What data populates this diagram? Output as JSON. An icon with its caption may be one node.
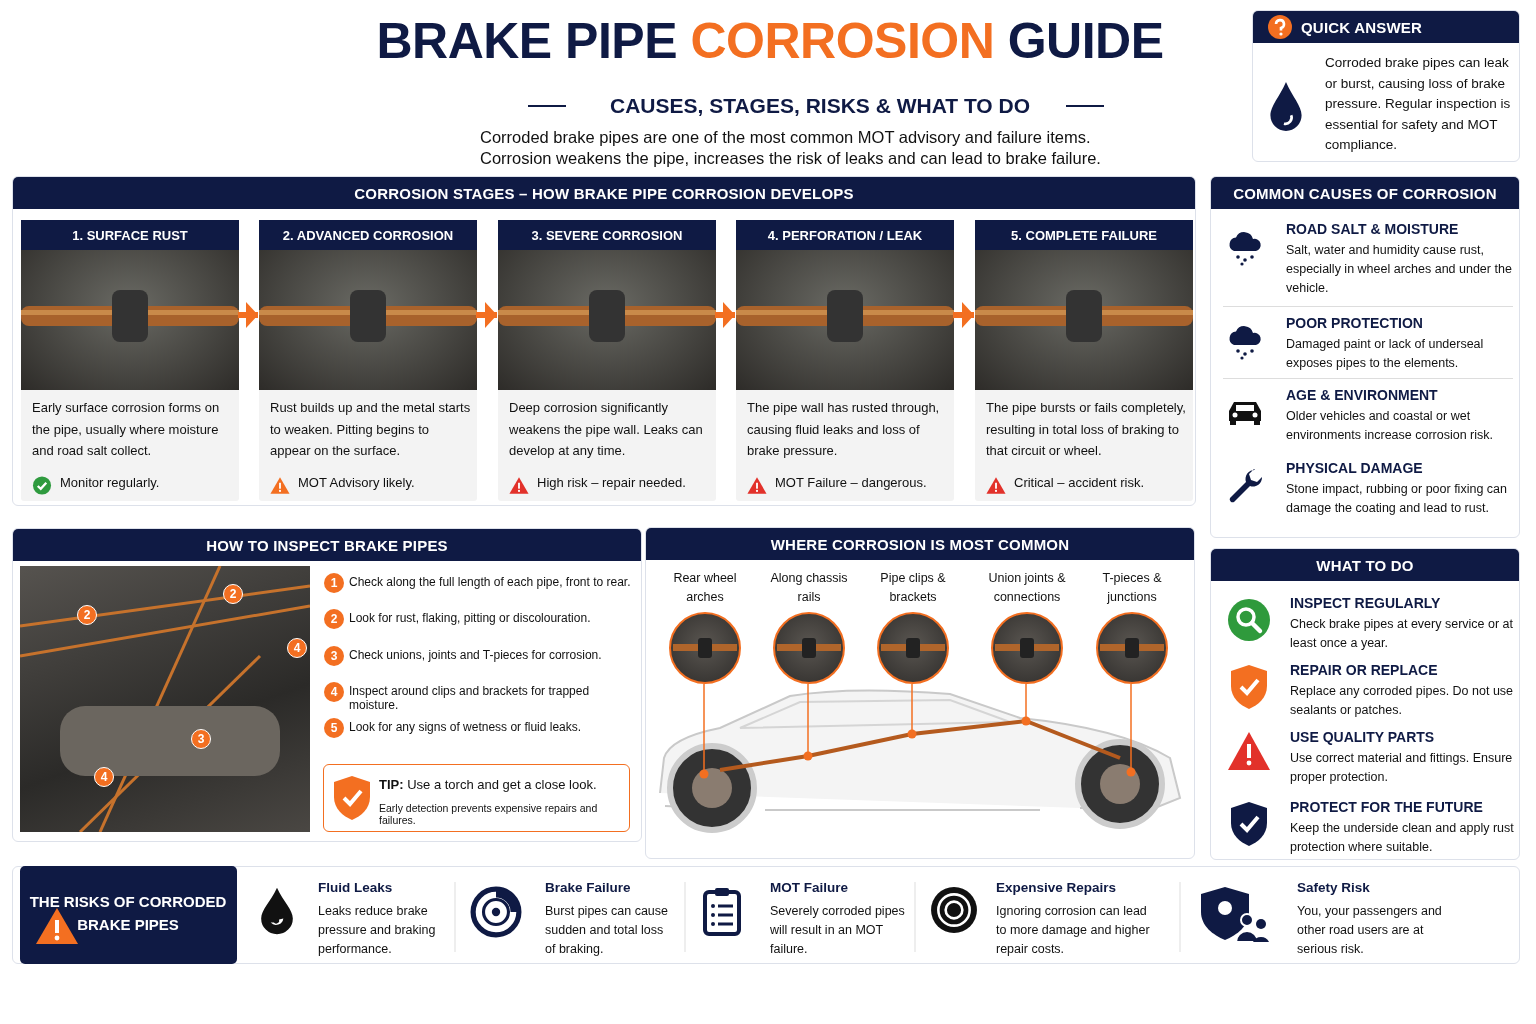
{
  "diagram": {
    "title": "BRAKE PIPE *CORROSION* GUIDE",
    "nodes": [
      {
        "text": [
          "QUICK ANSWER",
          "Corroded brake pipes can leak or burst, causing loss of brake pressure. Regular inspection is essential for safety and MOT compliance."
        ]
      },
      {
        "text": [
          "CORROSION STAGES – HOW BRAKE PIPE CORROSION DEVELOPS"
        ]
      },
      {
        "text": [
          "1. SURFACE RUST",
          "Early surface corrosion forms on the pipe, usually where moisture and road salt collect.",
          "Monitor regularly."
        ],
        "in": 1
      },
      {
        "text": [
          "2. ADVANCED CORROSION",
          "Rust builds up and the metal starts to weaken. Pitting begins to appear on the surface.",
          "MOT Advisory likely."
        ],
        "in": 1
      },
      {
        "text": [
          "3. SEVERE CORROSION",
          "Deep corrosion significantly weakens the pipe wall. Leaks can develop at any time.",
          "High risk – repair needed."
        ],
        "in": 1
      },
      {
        "text": [
          "4. PERFORATION / LEAK",
          "The pipe wall has rusted through, causing fluid leaks and loss of brake pressure.",
          "MOT Failure – dangerous."
        ],
        "in": 1
      },
      {
        "text": [
          "5. COMPLETE FAILURE",
          "The pipe bursts or fails completely, resulting in total loss of braking to that circuit or wheel.",
          "Critical – accident risk."
        ],
        "in": 1
      },
      {
        "text": [
          "COMMON CAUSES OF CORROSION"
        ]
      },
      {
        "text": [
          "ROAD SALT & MOISTURE",
          "Salt, water and humidity cause rust, especially in wheel arches and under the vehicle."
        ],
        "in": 7
      },
      {
        "text": [
          "POOR PROTECTION",
          "Damaged paint or lack of underseal exposes pipes to the elements."
        ],
        "in": 7
      },
      {
        "text": [
          "AGE & ENVIRONMENT",
          "Older vehicles and coastal or wet environments increase corrosion risk."
        ],
        "in": 7
      },
      {
        "text": [
          "PHYSICAL DAMAGE",
          "Stone impact, rubbing or poor fixing can damage the coating and lead to rust."
        ],
        "in": 7
      },
      {
        "text": [
          "HOW TO INSPECT BRAKE PIPES"
        ]
      },
      {
        "text": [
          "**TIP:** Use a torch and get a close look.",
          "Early detection prevents expensive repairs and failures."
        ],
        "in": 12
      },
      {
        "text": [
          "WHERE CORROSION IS MOST COMMON"
        ]
      },
      {
        "text": [
          "Rear wheel arches"
        ],
        "in": 14
      },
      {
        "text": [
          "Along chassis rails"
        ],
        "in": 14
      },
      {
        "text": [
          "Pipe clips & brackets"
        ],
        "in": 14
      },
      {
        "text": [
          "Union joints & connections"
        ],
        "in": 14
      },
      {
        "text": [
          "T-pieces & junctions"
        ],
        "in": 14
      },
      {
        "text": [
          "WHAT TO DO"
        ]
      },
      {
        "text": [
          "INSPECT REGULARLY",
          "Check brake pipes at every service or at least once a year."
        ],
        "in": 20
      },
      {
        "text": [
          "REPAIR OR REPLACE",
          "Replace any corroded pipes. Do not use sealants or patches."
        ],
        "in": 20
      },
      {
        "text": [
          "USE QUALITY PARTS",
          "Use correct material and fittings. Ensure proper protection."
        ],
        "in": 20
      },
      {
        "text": [
          "PROTECT FOR THE FUTURE",
          "Keep the underside clean and apply rust protection where suitable."
        ],
        "in": 20
      },
      {
        "text": [
          "THE RISKS OF CORRODED BRAKE PIPES"
        ]
      },
      {
        "text": [
          "Fluid Leaks",
          "Leaks reduce brake pressure and braking performance."
        ]
      },
      {
        "text": [
          "Brake Failure",
          "Burst pipes can cause sudden and total loss of braking."
        ]
      },
      {
        "text": [
          "MOT Failure",
          "Severely corroded pipes will result in an MOT failure."
        ]
      },
      {
        "text": [
          "Expensive Repairs",
          "Ignoring corrosion can lead to more damage and higher repair costs."
        ]
      },
      {
        "text": [
          "Safety Risk",
          "You, your passengers and other road users are at serious risk."
        ]
      }
    ],
    "edges": [
      {
        "from": 2,
        "to": 3,
        "arrow": "to",
        "style": "thick"
      },
      {
        "from": 3,
        "to": 4,
        "arrow": "to",
        "style": "thick"
      },
      {
        "from": 4,
        "to": 5,
        "arrow": "to",
        "style": "thick"
      },
      {
        "from": 5,
        "to": 6,
        "arrow": "to",
        "style": "thick"
      },
      {
        "from": 15,
        "to": null,
        "arrow": "other"
      },
      {
        "from": 16,
        "to": null,
        "arrow": "other"
      },
      {
        "from": 17,
        "to": null,
        "arrow": "other"
      },
      {
        "from": 18,
        "to": null,
        "arrow": "other"
      },
      {
        "from": 19,
        "to": null,
        "arrow": "other"
      }
    ],
    "labels": [
      "CAUSES, STAGES, RISKS & WHAT TO DO",
      "Corroded brake pipes are one of the most common MOT advisory and failure items. Corrosion weakens the pipe, increases the risk of leaks and can lead to brake failure.",
      "2",
      "2",
      "4",
      "3",
      "4",
      "1",
      "Check along the full length of each pipe, front to rear.",
      "2",
      "Look for rust, flaking, pitting or discolouration.",
      "3",
      "Check unions, joints and T-pieces for corrosion.",
      "4",
      "Inspect around clips and brackets for trapped moisture.",
      "5",
      "Look for any signs of wetness or fluid leaks."
    ]
  }
}
